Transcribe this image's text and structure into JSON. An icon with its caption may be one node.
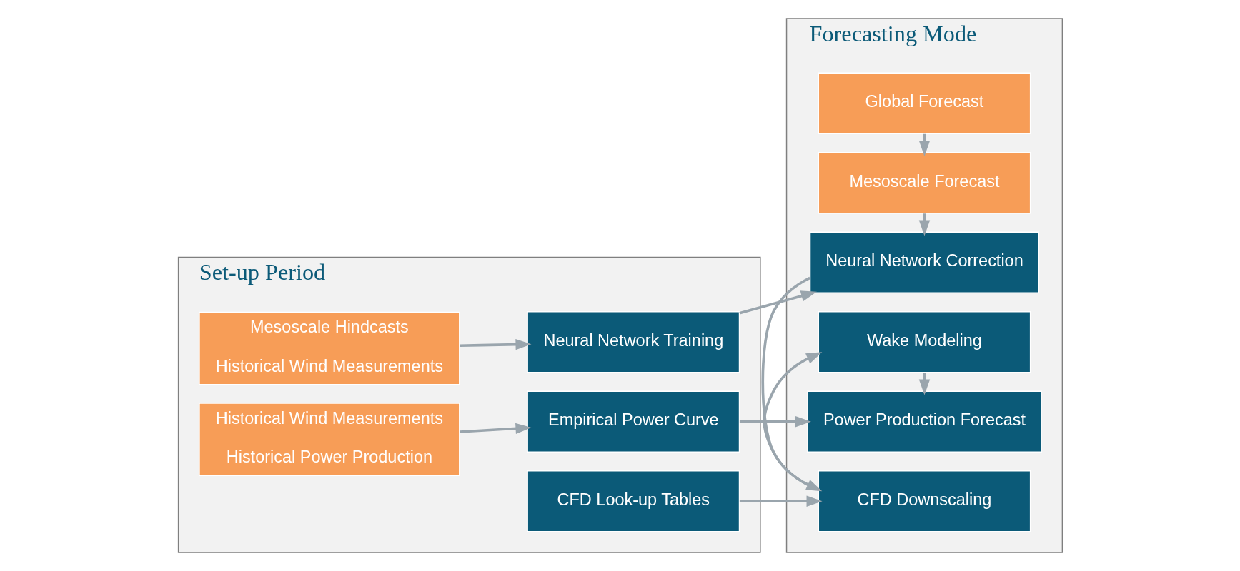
{
  "diagram": {
    "nodes": [
      {
        "text": [
          "Set-up Period"
        ]
      },
      {
        "text": [
          "Forecasting Mode"
        ]
      },
      {
        "text": [
          "Mesoscale Hindcasts",
          "Historical Wind Measurements"
        ],
        "in": 0
      },
      {
        "text": [
          "Historical Wind Measurements",
          "Historical Power Production"
        ],
        "in": 0
      },
      {
        "text": [
          "Neural Network Training"
        ],
        "in": 0
      },
      {
        "text": [
          "CFD Look-up Tables"
        ],
        "in": 0
      },
      {
        "text": [
          "Empirical Power Curve"
        ],
        "in": 0
      },
      {
        "text": [
          "Global Forecast"
        ],
        "in": 1
      },
      {
        "text": [
          "Mesoscale Forecast"
        ],
        "in": 1
      },
      {
        "text": [
          "Neural Network Correction"
        ],
        "in": 1
      },
      {
        "text": [
          "CFD Downscaling"
        ],
        "in": 1
      },
      {
        "text": [
          "Wake Modeling"
        ],
        "in": 1
      },
      {
        "text": [
          "Power Production Forecast"
        ],
        "in": 1
      }
    ],
    "edges": [
      {
        "from": 2,
        "to": 4,
        "arrow": "to"
      },
      {
        "from": 3,
        "to": 6,
        "arrow": "to"
      },
      {
        "from": 4,
        "to": 9,
        "arrow": "to"
      },
      {
        "from": 5,
        "to": 10,
        "arrow": "to"
      },
      {
        "from": 6,
        "to": 12,
        "arrow": "to"
      },
      {
        "from": 7,
        "to": 8,
        "arrow": "to"
      },
      {
        "from": 8,
        "to": 9,
        "arrow": "to"
      },
      {
        "from": 9,
        "to": 10,
        "arrow": "to"
      },
      {
        "from": 10,
        "to": 11,
        "arrow": "to"
      },
      {
        "from": 11,
        "to": 12,
        "arrow": "to"
      }
    ]
  }
}
